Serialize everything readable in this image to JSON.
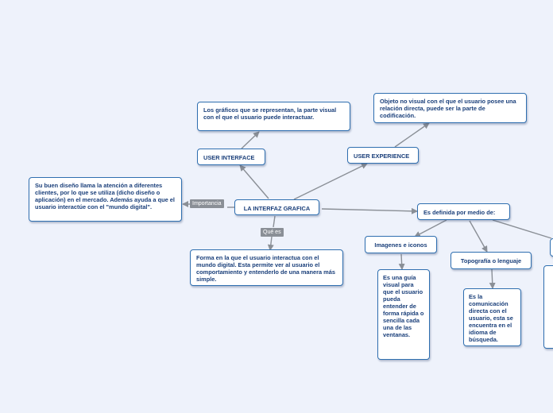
{
  "nodes": {
    "main": "LA INTERFAZ GRAFICA",
    "ui": "USER INTERFACE",
    "ui_desc": "Los gráficos que se representan, la parte visual con el que el usuario puede interactuar.",
    "ux": "USER EXPERIENCE",
    "ux_desc": "Objeto no visual con el que el usuario posee una relación directa, puede ser la parte de codificación.",
    "importance_desc": "Su buen diseño llama la atención a diferentes clientes, por lo que se utiliza (dicho diseño o aplicación) en el mercado. Además ayuda a que el usuario interactúe con el \"mundo digital\".",
    "definition_desc": "Forma en la que el usuario interactua con el mundo digital. Esta permite ver al usuario el comportamiento y entenderlo de una manera más simple.",
    "means": "Es definida por medio de:",
    "images": "Imagenes e iconos",
    "images_desc": "Es una guía visual para que el usuario pueda entender de forma rápida o sencilla cada una de las ventanas.",
    "typo": "Topografía o lenguaje",
    "typo_desc": "Es la comunicación directa con el usuario, esta se encuentra en el idioma de búsqueda."
  },
  "labels": {
    "importance": "Importancia",
    "what_is": "Qué es"
  },
  "colors": {
    "background": "#eef2fb",
    "node_border": "#2f6fb0",
    "node_text": "#1a3f7a",
    "connector": "#8a8f96"
  }
}
